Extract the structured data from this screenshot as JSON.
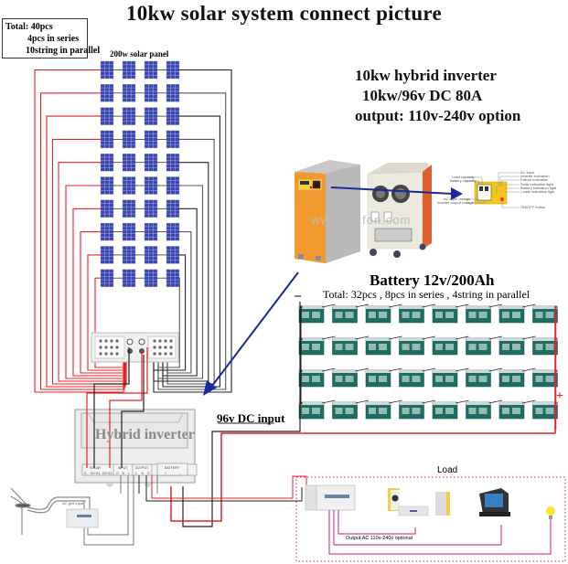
{
  "title": "10kw solar system connect picture",
  "panel_summary": {
    "total": "Total: 40pcs",
    "series": "4pcs in series",
    "parallel": "10string in parallel"
  },
  "solar_panel_label": "200w solar panel",
  "solar_array": {
    "rows": 10,
    "cols": 4
  },
  "inverter_spec": {
    "line1": "10kw hybrid inverter",
    "line2": "10kw/96v DC 80A",
    "line3": "output: 110v-240v option"
  },
  "watermark": "www.tanfon.com",
  "control_panel_callouts": {
    "left": [
      "Load capacity",
      "Battery capacity",
      "AC input voltage",
      "Inverter output voltage"
    ],
    "right": [
      "AC input",
      "Inverter indication",
      "Failure indication",
      "Solar indication light",
      "Battery indication light",
      "Loads indication light",
      "ON/OFF button"
    ]
  },
  "battery": {
    "title": "Battery 12v/200Ah",
    "subtitle": "Total: 32pcs , 8pcs in series , 4string in parallel",
    "rows": 4,
    "cols": 8,
    "neg_label": "–",
    "pos_label": "+"
  },
  "dc_input_label": "96v DC  input",
  "hybrid_inverter": {
    "label": "Hybrid inverter",
    "terminal_groups": [
      "SOLAR",
      "INPUT",
      "OUTPUT",
      "BATTERY"
    ],
    "solar_terminals": [
      "S-",
      "S1+",
      "S1-",
      "S2+",
      "S2-"
    ],
    "input_terminals": [
      "G",
      "N",
      "L"
    ],
    "output_terminals": [
      "L",
      "N",
      "G"
    ],
    "battery_terminals": [
      "+",
      "–"
    ]
  },
  "wind_label": "AC grid input",
  "load": {
    "label": "Load",
    "output_note": "Output AC 110v-240v optional",
    "devices": [
      "distribution box",
      "audio system",
      "computer monitor",
      "light bulb"
    ]
  },
  "colors": {
    "positive_wire": "#e8202a",
    "negative_wire": "#222222",
    "panel_blue": "#3a46b0",
    "battery_green": "#1d6e62",
    "arrow_blue": "#1a2a9a",
    "load_magenta": "#d6167c",
    "inverter_orange": "#f39a2e"
  }
}
